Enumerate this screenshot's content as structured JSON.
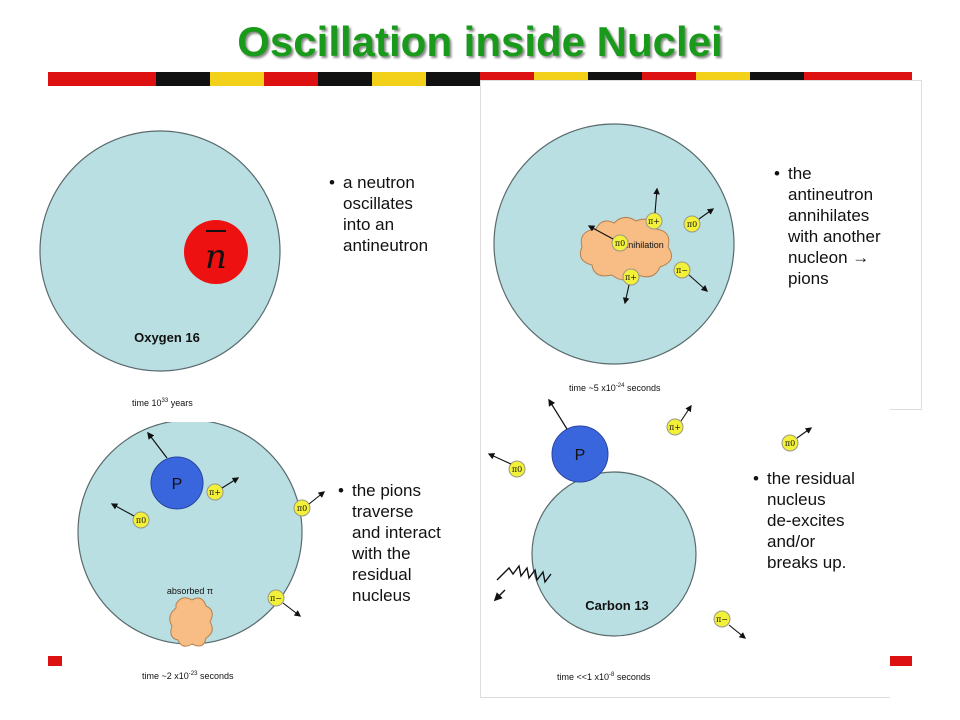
{
  "title": "Oscillation inside Nuclei",
  "colors": {
    "nucleus": "#b9dfe2",
    "neutron": "#ee1111",
    "proton": "#3a66dd",
    "pion": "#f3f03a",
    "cloud": "#f7bd85",
    "title": "#1a9a1a"
  },
  "panels": [
    {
      "label": "Oxygen 16",
      "caption": "time 10",
      "caption_sup": "33",
      "caption_tail": " years",
      "bullet": [
        "a neutron",
        "oscillates",
        "into an",
        "antineutron"
      ],
      "particle": "n"
    },
    {
      "label": "annihilation",
      "caption": "time ~5 x10",
      "caption_sup": "-24",
      "caption_tail": " seconds",
      "bullet": [
        "the",
        "antineutron",
        "annihilates",
        "with another",
        "nucleon →",
        "pions"
      ]
    },
    {
      "label": "absorbed π",
      "caption": "time ~2 x10",
      "caption_sup": "-23",
      "caption_tail": " seconds",
      "proton": "P",
      "bullet": [
        "the pions",
        "traverse",
        "and interact",
        "with the",
        "residual",
        "nucleus"
      ]
    },
    {
      "label": "Carbon 13",
      "caption": "time <<1 x10",
      "caption_sup": "-8",
      "caption_tail": " seconds",
      "proton": "P",
      "bullet": [
        "the residual",
        "nucleus",
        "de-excites",
        "and/or",
        "breaks up."
      ]
    }
  ],
  "pions": {
    "plus": "π+",
    "zero": "π0",
    "minus": "π−"
  }
}
